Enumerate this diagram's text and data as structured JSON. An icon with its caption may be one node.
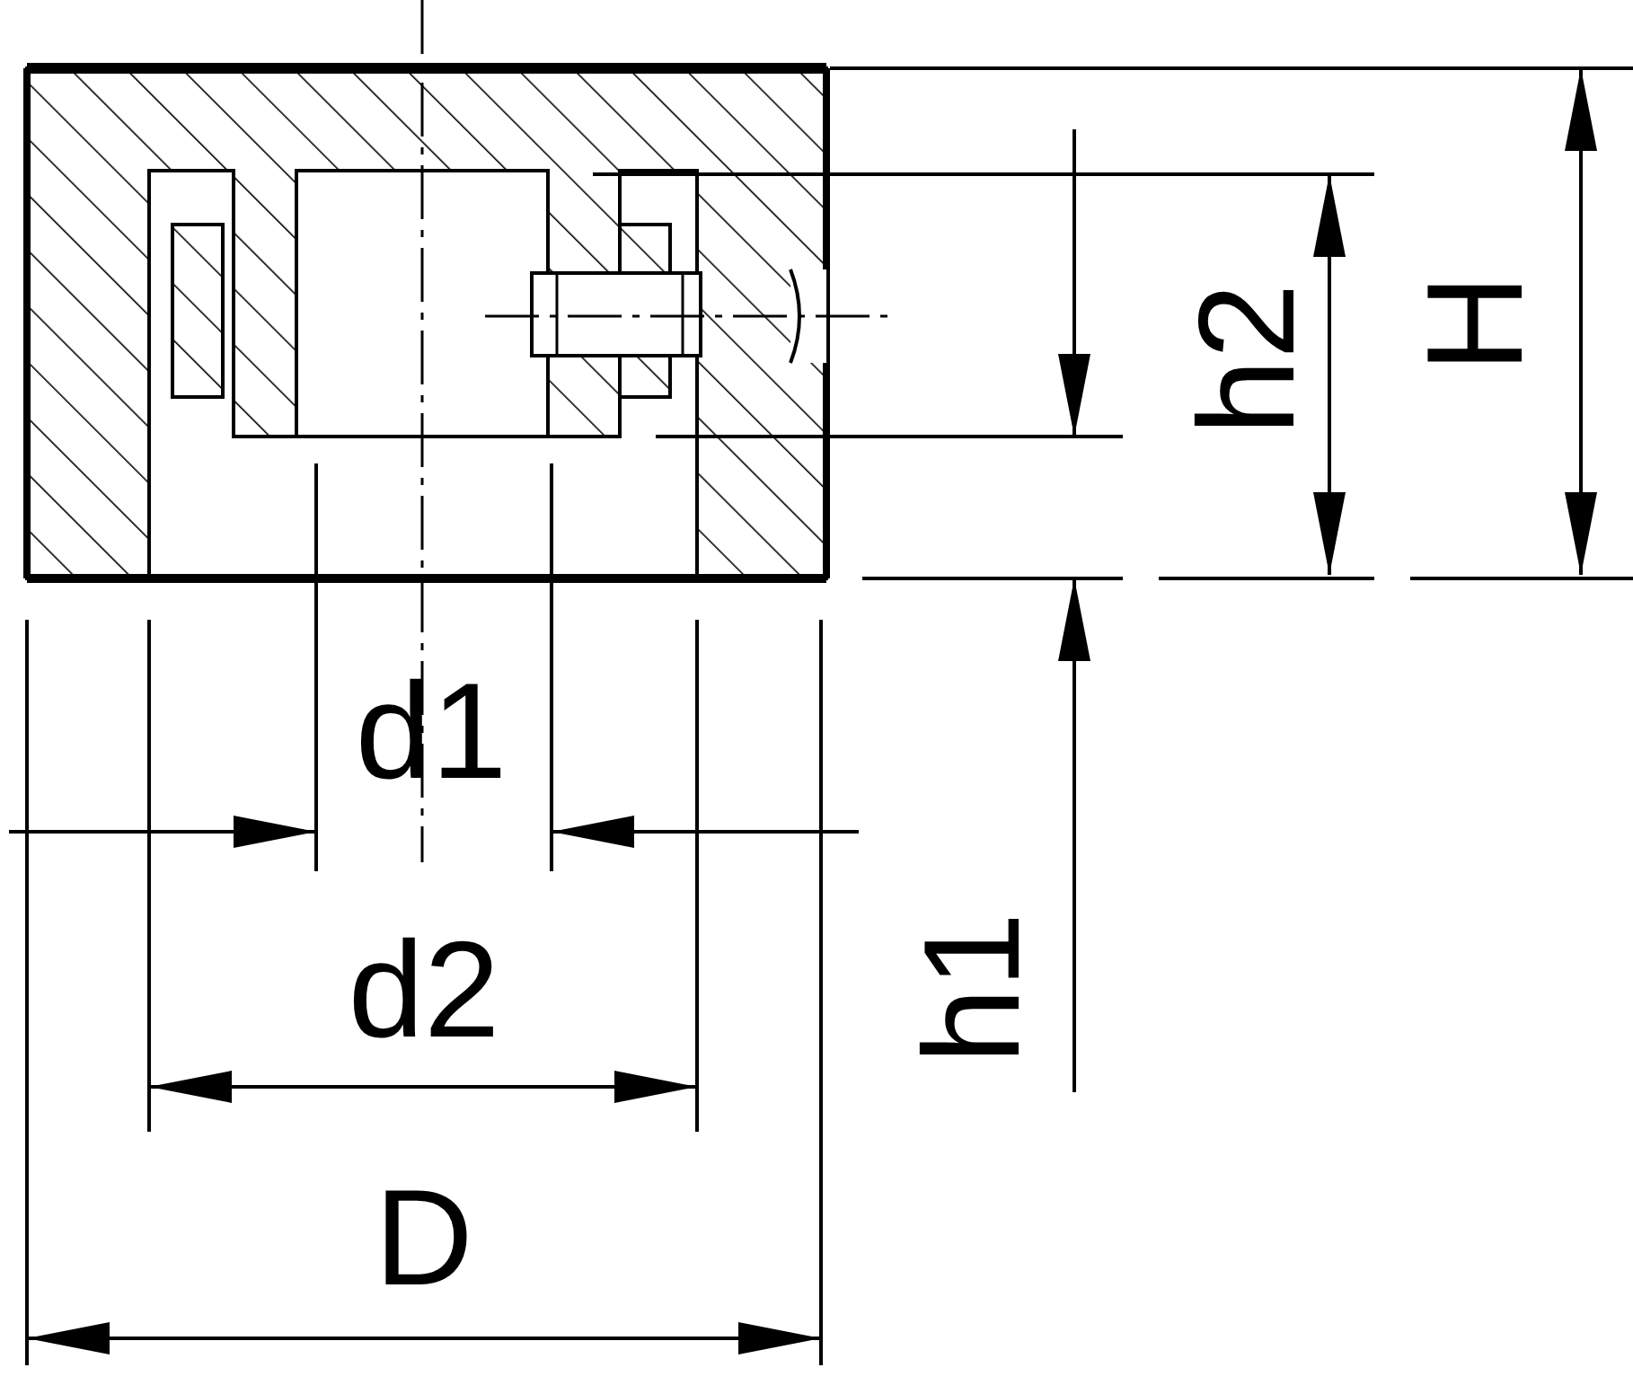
{
  "diagram": {
    "labels": [
      "h2",
      "H",
      "d1",
      "d2",
      "h1",
      "D"
    ]
  }
}
